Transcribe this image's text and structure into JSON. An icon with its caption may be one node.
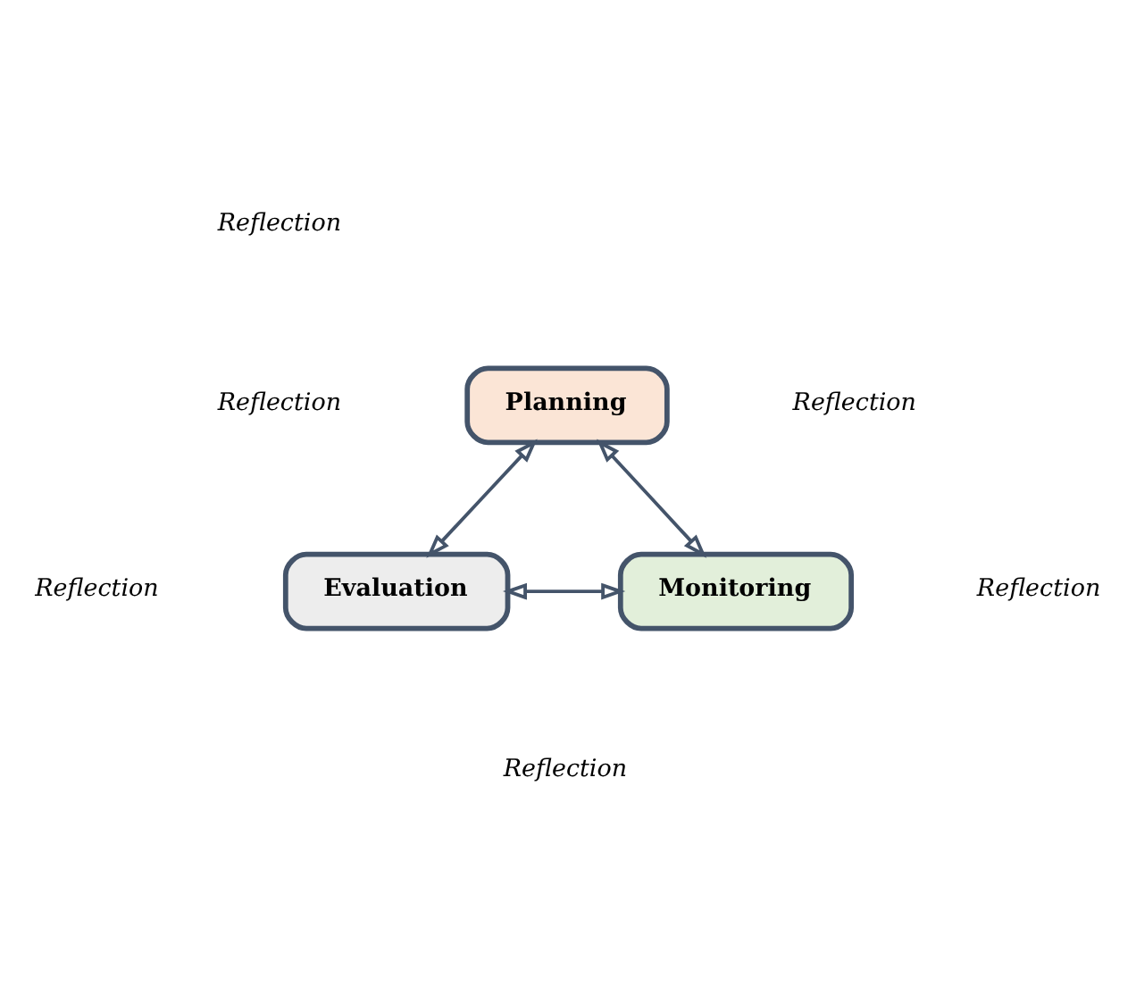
{
  "diagram": {
    "nodes": [
      {
        "text": [
          "Planning"
        ]
      },
      {
        "text": [
          "Evaluation"
        ]
      },
      {
        "text": [
          "Monitoring"
        ]
      }
    ],
    "edges": [
      {
        "from": 0,
        "to": 1,
        "arrow": "both"
      },
      {
        "from": 0,
        "to": 2,
        "arrow": "both"
      },
      {
        "from": 1,
        "to": 2,
        "arrow": "both"
      }
    ],
    "labels": [
      "Reflection",
      "Reflection",
      "Reflection",
      "Reflection",
      "Reflection",
      "Reflection"
    ]
  }
}
